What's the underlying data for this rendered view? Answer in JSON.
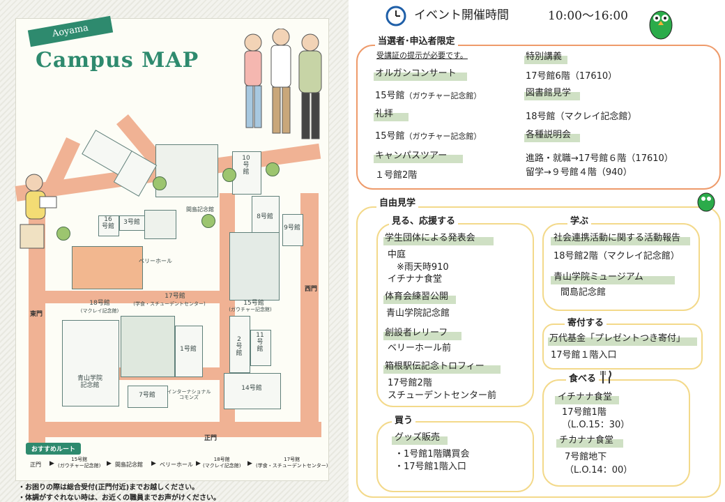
{
  "map": {
    "aoyama": "Aoyama",
    "title": "Campus MAP",
    "buildings": {
      "b10": "10\n号\n館",
      "b16": "16\n号館",
      "b3": "3号館",
      "b8": "8号館",
      "b9": "9号館",
      "b18": "18号館",
      "b18sub": "(マクレイ記念館)",
      "b17": "17号館",
      "b17sub": "(学食・スチューデントセンター)",
      "b15": "15号館",
      "b15sub": "(ガウチャー記念館)",
      "b1": "1号館",
      "b2": "2\n号\n館",
      "b11": "11\n号\n館",
      "b7": "7号館",
      "b14": "14号館",
      "mem": "青山学院\n記念館",
      "majima": "間島記念館",
      "berry": "ベリーホール",
      "intl": "インターナショナル\nコモンズ"
    },
    "gates": {
      "east": "東門",
      "west": "西門",
      "main": "正門"
    },
    "route": {
      "title": "おすすめルート",
      "stops": [
        "正門",
        "15号館\n(ガウチャー記念館)",
        "間島記念館",
        "ベリーホール",
        "18号館\n(マクレイ記念館)",
        "17号館\n(学食・スチューデントセンター)"
      ]
    },
    "notes": [
      "・お困りの際は総合受付(正門付近)までお越しください。",
      "・体調がすぐれない時は、お近くの職員までお声がけください。"
    ]
  },
  "header": {
    "label": "イベント開催時間",
    "time": "10:00～16:00"
  },
  "limited": {
    "title": "当選者･申込者限定",
    "note": "受講証の提示が必要です。",
    "items": [
      {
        "name": "オルガンコンサート",
        "place": "15号館",
        "sub": "（ガウチャー記念館）"
      },
      {
        "name": "礼拝",
        "place": "15号館",
        "sub": "（ガウチャー記念館）"
      },
      {
        "name": "キャンパスツアー",
        "place": "１号館2階"
      }
    ],
    "items_right": [
      {
        "name": "特別講義",
        "place": "17号館6階（17610）"
      },
      {
        "name": "図書館見学",
        "place": "18号館（マクレイ記念館）"
      },
      {
        "name": "各種説明会",
        "place": "進路・就職→17号館６階（17610）",
        "place2": "留学→９号館４階（940）"
      }
    ]
  },
  "free": {
    "title": "自由見学",
    "watch": {
      "title": "見る、応援する",
      "items": [
        {
          "name": "学生団体による発表会",
          "lines": [
            "中庭",
            "　※雨天時910",
            "イチナナ食堂"
          ]
        },
        {
          "name": "体育会練習公開",
          "lines": [
            "青山学院記念館"
          ]
        },
        {
          "name": "創設者レリーフ",
          "lines": [
            "ベリーホール前"
          ]
        },
        {
          "name": "箱根駅伝記念トロフィー",
          "lines": [
            "17号館2階",
            "スチューデントセンター前"
          ]
        }
      ]
    },
    "buy": {
      "title": "買う",
      "name": "グッズ販売",
      "lines": [
        "・1号館1階購買会",
        "・17号館1階入口"
      ]
    },
    "learn": {
      "title": "学ぶ",
      "items": [
        {
          "name": "社会連携活動に関する活動報告",
          "lines": [
            "18号館2階（マクレイ記念館）"
          ]
        },
        {
          "name": "青山学院ミュージアム",
          "lines": [
            "間島記念館"
          ]
        }
      ]
    },
    "donate": {
      "title": "寄付する",
      "name": "万代基金「プレゼントつき寄付」",
      "lines": [
        "17号館１階入口"
      ]
    },
    "eat": {
      "title": "食べる",
      "items": [
        {
          "name": "イチナナ食堂",
          "lines": [
            "17号館1階",
            "（L.O.15：30）"
          ]
        },
        {
          "name": "チカナナ食堂",
          "lines": [
            "7号館地下",
            "（L.O.14：00）"
          ]
        }
      ]
    }
  },
  "colors": {
    "orange": "#ee9a6a",
    "yellow": "#f3d98a",
    "green": "#2e8a6e",
    "highlight": "#cfe0c4"
  }
}
